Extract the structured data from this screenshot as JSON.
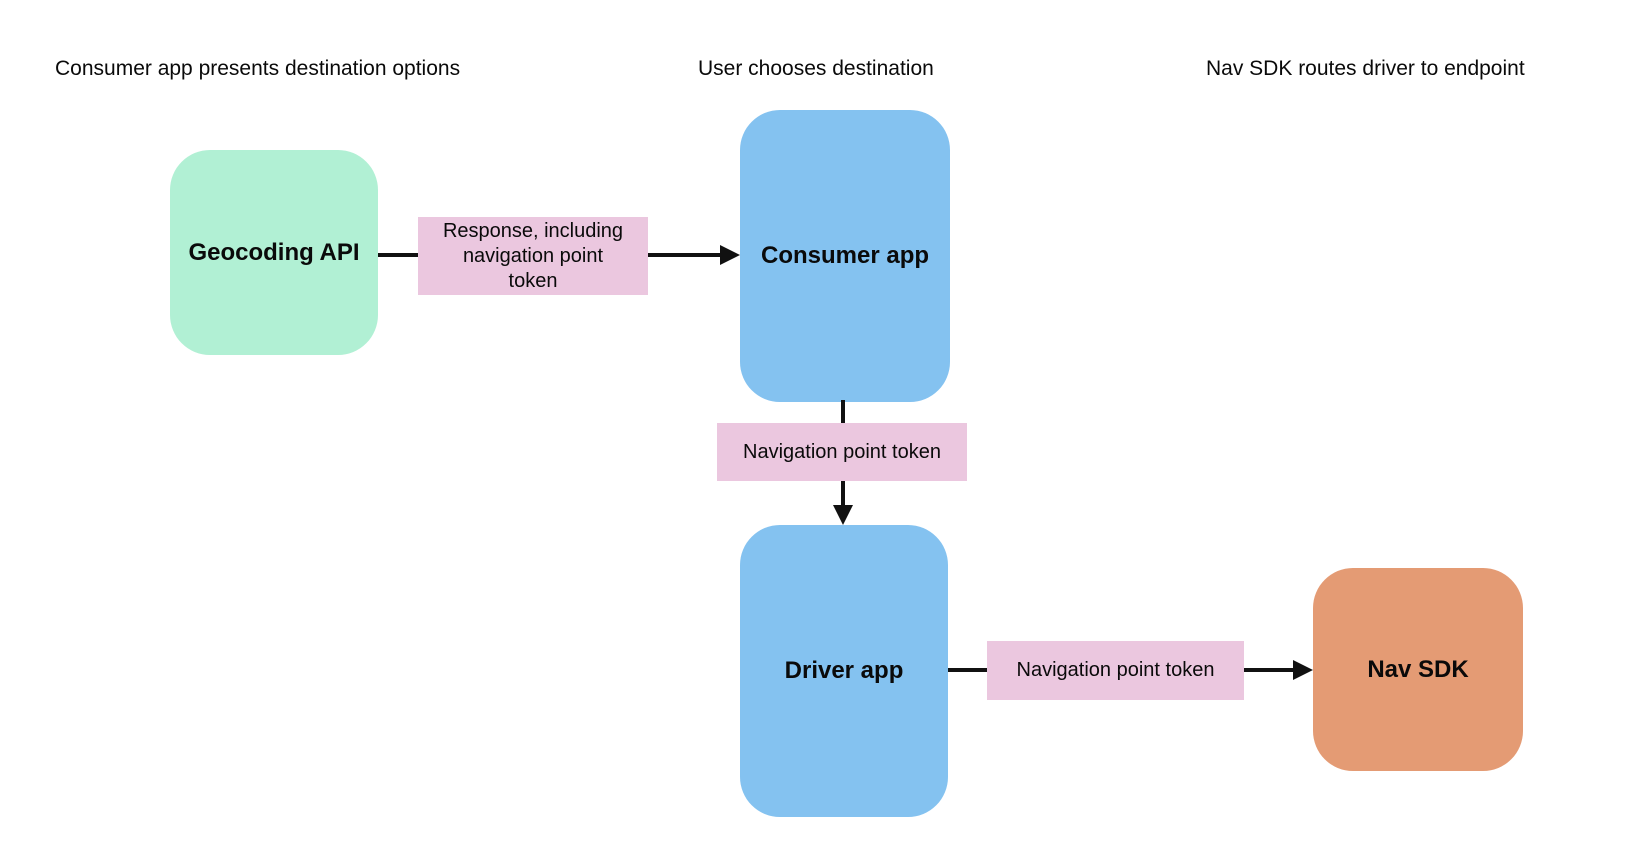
{
  "headers": [
    {
      "text": "Consumer app presents destination options"
    },
    {
      "text": "User chooses destination"
    },
    {
      "text": "Nav SDK routes driver to endpoint"
    }
  ],
  "nodes": {
    "geocoding": {
      "label": "Geocoding API",
      "color": "#b1f0d4"
    },
    "consumer": {
      "label": "Consumer app",
      "color": "#84c2f0"
    },
    "driver": {
      "label": "Driver app",
      "color": "#84c2f0"
    },
    "navsdk": {
      "label": "Nav SDK",
      "color": "#e49b74"
    }
  },
  "edges": {
    "geocoding_to_consumer": {
      "from": "Geocoding API",
      "to": "Consumer app",
      "label": "Response, including\nnavigation point\ntoken"
    },
    "consumer_to_driver": {
      "from": "Consumer app",
      "to": "Driver app",
      "label": "Navigation point token"
    },
    "driver_to_navsdk": {
      "from": "Driver app",
      "to": "Nav SDK",
      "label": "Navigation point token"
    }
  },
  "colors": {
    "background": "#ffffff",
    "text": "#0a0a0a",
    "connector": "#111111",
    "node_green": "#b1f0d4",
    "node_blue": "#84c2f0",
    "node_orange": "#e49b74",
    "edge_label_pink": "#ebc7df"
  }
}
